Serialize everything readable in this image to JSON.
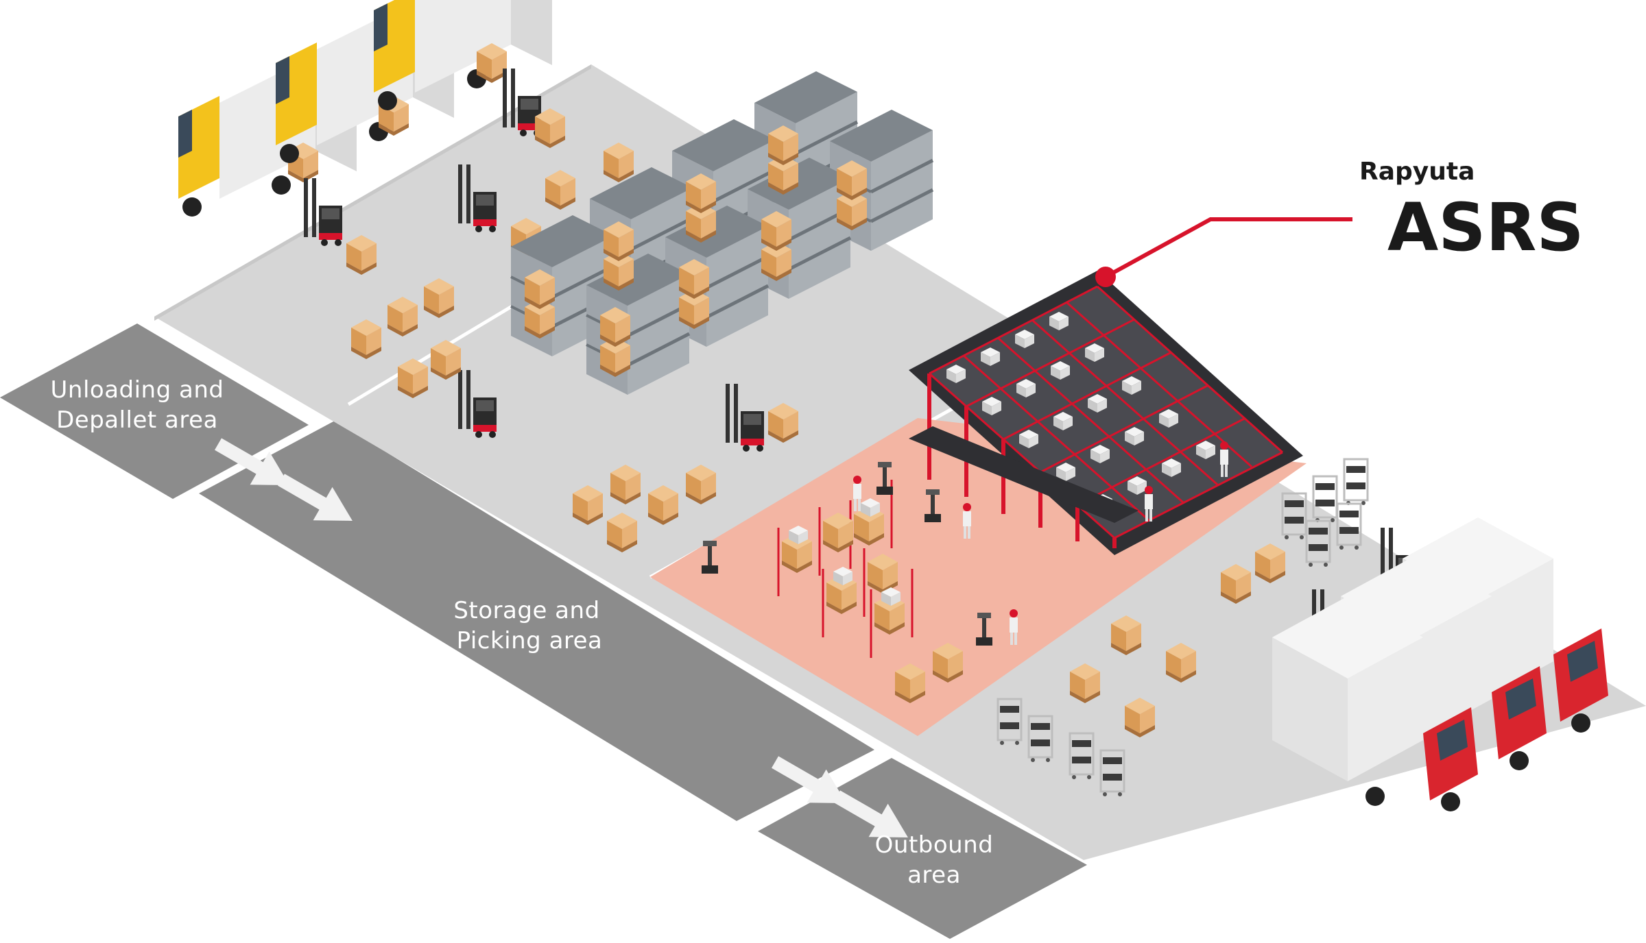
{
  "brand": {
    "name": "Rapyuta",
    "product": "ASRS"
  },
  "zones": {
    "unloading": {
      "line1": "Unloading and",
      "line2": "Depallet area"
    },
    "storage": {
      "line1": "Storage and",
      "line2": "Picking area"
    },
    "outbound": {
      "line1": "Outbound",
      "line2": "area"
    }
  },
  "colors": {
    "accent_red": "#d7132b",
    "floor_gray": "#d6d6d6",
    "road_gray": "#8c8c8c",
    "picking_floor": "#f3b5a3",
    "box_tan": "#e2a96a",
    "truck_yellow": "#f3c21c",
    "truck_red": "#d9252e"
  },
  "icons": [
    "truck-icon",
    "forklift-icon",
    "pallet-box-icon",
    "storage-rack-icon",
    "asrs-grid-icon",
    "cart-icon",
    "arrow-right-icon"
  ]
}
